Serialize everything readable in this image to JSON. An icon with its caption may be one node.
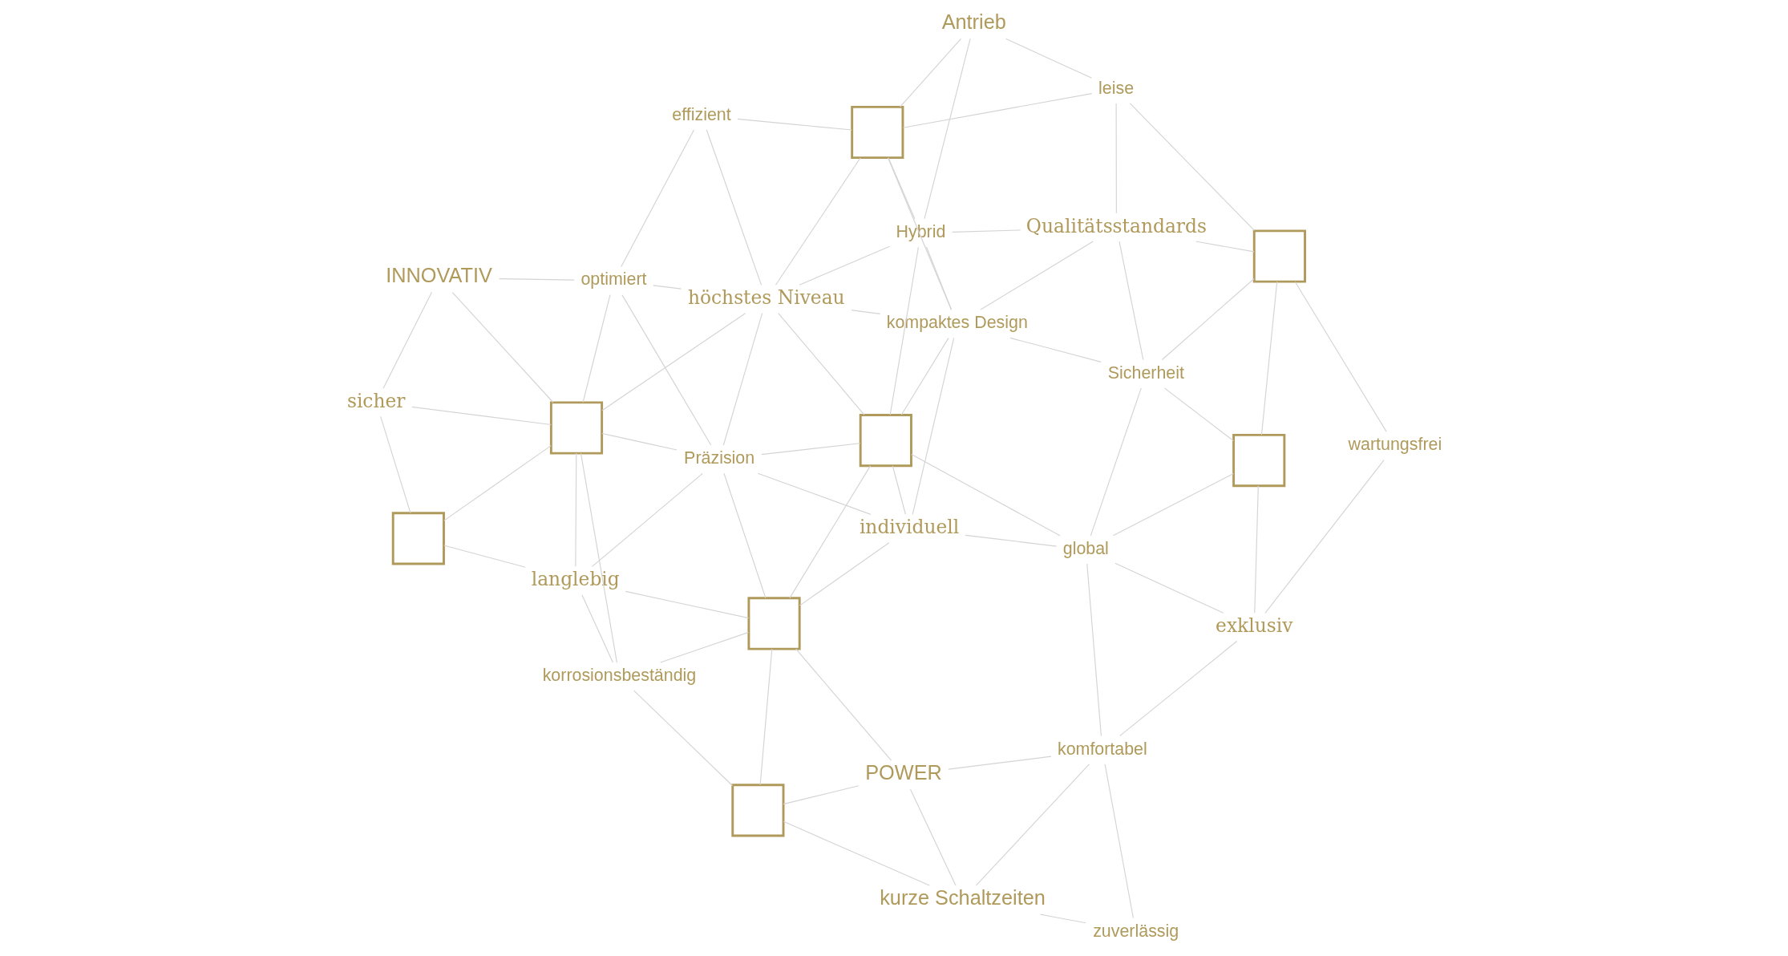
{
  "diagram": {
    "nodes": [
      {
        "text": [
          "zuverlässig"
        ]
      },
      {
        "text": [
          "exklusiv"
        ]
      },
      {
        "text": [
          "kurze Schaltzeiten"
        ]
      },
      {
        "text": [
          "wartungsfrei"
        ]
      },
      {
        "text": [
          "komfortabel"
        ]
      },
      {
        "text": [
          "POWER"
        ]
      },
      {
        "text": [],
        "shape": "box"
      },
      {
        "text": [],
        "shape": "box"
      },
      {
        "text": [
          "global"
        ]
      },
      {
        "text": [
          "individuell"
        ]
      },
      {
        "text": [
          "korrosionsbeständig"
        ]
      },
      {
        "text": [],
        "shape": "box"
      },
      {
        "text": [
          "Sicherheit"
        ]
      },
      {
        "text": [],
        "shape": "box"
      },
      {
        "text": [
          "kompaktes Design"
        ]
      },
      {
        "text": [
          "langlebig"
        ]
      },
      {
        "text": [
          "Qualitätsstandards"
        ]
      },
      {
        "text": [],
        "shape": "box"
      },
      {
        "text": [
          "Präzision"
        ]
      },
      {
        "text": [],
        "shape": "box"
      },
      {
        "text": [
          "Hybrid"
        ]
      },
      {
        "text": [
          "höchstes Niveau"
        ]
      },
      {
        "text": [],
        "shape": "box"
      },
      {
        "text": [
          "leise"
        ]
      },
      {
        "text": [
          "optimiert"
        ]
      },
      {
        "text": [
          "INNOVATIV"
        ]
      },
      {
        "text": [],
        "shape": "box"
      },
      {
        "text": [
          "Antrieb"
        ]
      },
      {
        "text": [
          "effizient"
        ]
      },
      {
        "text": [
          "sicher"
        ]
      }
    ],
    "edges": [
      {
        "from": 3,
        "to": 1,
        "arrow": "none"
      },
      {
        "from": 1,
        "to": 7,
        "arrow": "none"
      },
      {
        "from": 1,
        "to": 8,
        "arrow": "none"
      },
      {
        "from": 1,
        "to": 4,
        "arrow": "none"
      },
      {
        "from": 0,
        "to": 4,
        "arrow": "none"
      },
      {
        "from": 0,
        "to": 2,
        "arrow": "none"
      },
      {
        "from": 4,
        "to": 2,
        "arrow": "none"
      },
      {
        "from": 4,
        "to": 5,
        "arrow": "none"
      },
      {
        "from": 4,
        "to": 8,
        "arrow": "none"
      },
      {
        "from": 2,
        "to": 5,
        "arrow": "none"
      },
      {
        "from": 2,
        "to": 6,
        "arrow": "none"
      },
      {
        "from": 5,
        "to": 6,
        "arrow": "none"
      },
      {
        "from": 5,
        "to": 11,
        "arrow": "none"
      },
      {
        "from": 3,
        "to": 13,
        "arrow": "none"
      },
      {
        "from": 13,
        "to": 7,
        "arrow": "none"
      },
      {
        "from": 7,
        "to": 8,
        "arrow": "none"
      },
      {
        "from": 7,
        "to": 12,
        "arrow": "none"
      },
      {
        "from": 8,
        "to": 9,
        "arrow": "none"
      },
      {
        "from": 8,
        "to": 12,
        "arrow": "none"
      },
      {
        "from": 8,
        "to": 17,
        "arrow": "none"
      },
      {
        "from": 13,
        "to": 12,
        "arrow": "none"
      },
      {
        "from": 13,
        "to": 16,
        "arrow": "none"
      },
      {
        "from": 13,
        "to": 23,
        "arrow": "none"
      },
      {
        "from": 12,
        "to": 16,
        "arrow": "none"
      },
      {
        "from": 12,
        "to": 14,
        "arrow": "none"
      },
      {
        "from": 9,
        "to": 14,
        "arrow": "none"
      },
      {
        "from": 9,
        "to": 17,
        "arrow": "none"
      },
      {
        "from": 9,
        "to": 11,
        "arrow": "none"
      },
      {
        "from": 9,
        "to": 18,
        "arrow": "none"
      },
      {
        "from": 14,
        "to": 17,
        "arrow": "none"
      },
      {
        "from": 14,
        "to": 16,
        "arrow": "none"
      },
      {
        "from": 14,
        "to": 21,
        "arrow": "none"
      },
      {
        "from": 14,
        "to": 22,
        "arrow": "none"
      },
      {
        "from": 14,
        "to": 20,
        "arrow": "none"
      },
      {
        "from": 17,
        "to": 18,
        "arrow": "none"
      },
      {
        "from": 17,
        "to": 11,
        "arrow": "none"
      },
      {
        "from": 17,
        "to": 21,
        "arrow": "none"
      },
      {
        "from": 17,
        "to": 20,
        "arrow": "none"
      },
      {
        "from": 11,
        "to": 6,
        "arrow": "none"
      },
      {
        "from": 11,
        "to": 10,
        "arrow": "none"
      },
      {
        "from": 11,
        "to": 15,
        "arrow": "none"
      },
      {
        "from": 11,
        "to": 18,
        "arrow": "none"
      },
      {
        "from": 6,
        "to": 10,
        "arrow": "none"
      },
      {
        "from": 10,
        "to": 19,
        "arrow": "none"
      },
      {
        "from": 10,
        "to": 15,
        "arrow": "none"
      },
      {
        "from": 15,
        "to": 19,
        "arrow": "none"
      },
      {
        "from": 15,
        "to": 26,
        "arrow": "none"
      },
      {
        "from": 18,
        "to": 19,
        "arrow": "none"
      },
      {
        "from": 18,
        "to": 21,
        "arrow": "none"
      },
      {
        "from": 18,
        "to": 15,
        "arrow": "none"
      },
      {
        "from": 16,
        "to": 20,
        "arrow": "none"
      },
      {
        "from": 16,
        "to": 23,
        "arrow": "none"
      },
      {
        "from": 20,
        "to": 21,
        "arrow": "none"
      },
      {
        "from": 20,
        "to": 22,
        "arrow": "none"
      },
      {
        "from": 20,
        "to": 27,
        "arrow": "none"
      },
      {
        "from": 23,
        "to": 27,
        "arrow": "none"
      },
      {
        "from": 23,
        "to": 22,
        "arrow": "none"
      },
      {
        "from": 27,
        "to": 22,
        "arrow": "none"
      },
      {
        "from": 22,
        "to": 21,
        "arrow": "none"
      },
      {
        "from": 22,
        "to": 28,
        "arrow": "none"
      },
      {
        "from": 21,
        "to": 28,
        "arrow": "none"
      },
      {
        "from": 21,
        "to": 24,
        "arrow": "none"
      },
      {
        "from": 21,
        "to": 19,
        "arrow": "none"
      },
      {
        "from": 24,
        "to": 28,
        "arrow": "none"
      },
      {
        "from": 24,
        "to": 19,
        "arrow": "none"
      },
      {
        "from": 24,
        "to": 25,
        "arrow": "none"
      },
      {
        "from": 24,
        "to": 18,
        "arrow": "none"
      },
      {
        "from": 25,
        "to": 19,
        "arrow": "none"
      },
      {
        "from": 25,
        "to": 29,
        "arrow": "none"
      },
      {
        "from": 19,
        "to": 29,
        "arrow": "none"
      },
      {
        "from": 19,
        "to": 26,
        "arrow": "none"
      },
      {
        "from": 26,
        "to": 29,
        "arrow": "none"
      }
    ]
  }
}
